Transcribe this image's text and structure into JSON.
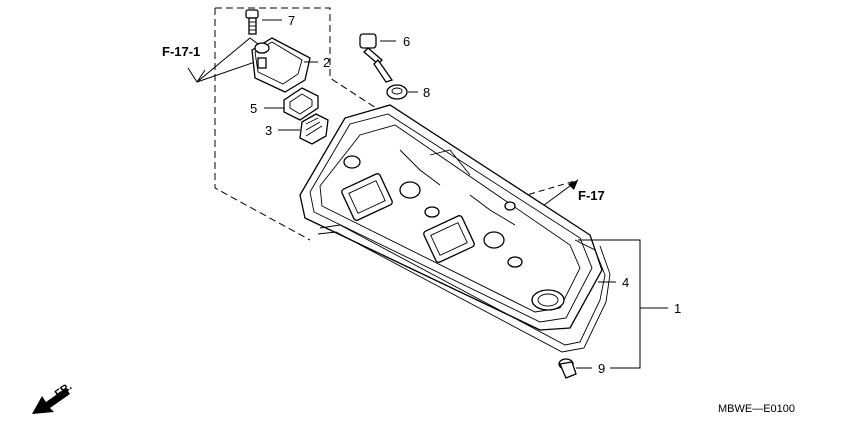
{
  "callouts": {
    "c1": "1",
    "c2": "2",
    "c3": "3",
    "c4": "4",
    "c5": "5",
    "c6": "6",
    "c7": "7",
    "c8": "8",
    "c9": "9"
  },
  "references": {
    "f17_1": "F-17-1",
    "f17": "F-17"
  },
  "front_arrow_label": "FR.",
  "diagram_code": "MBWE—E0100",
  "icons": [
    "front-direction-arrow-icon"
  ]
}
